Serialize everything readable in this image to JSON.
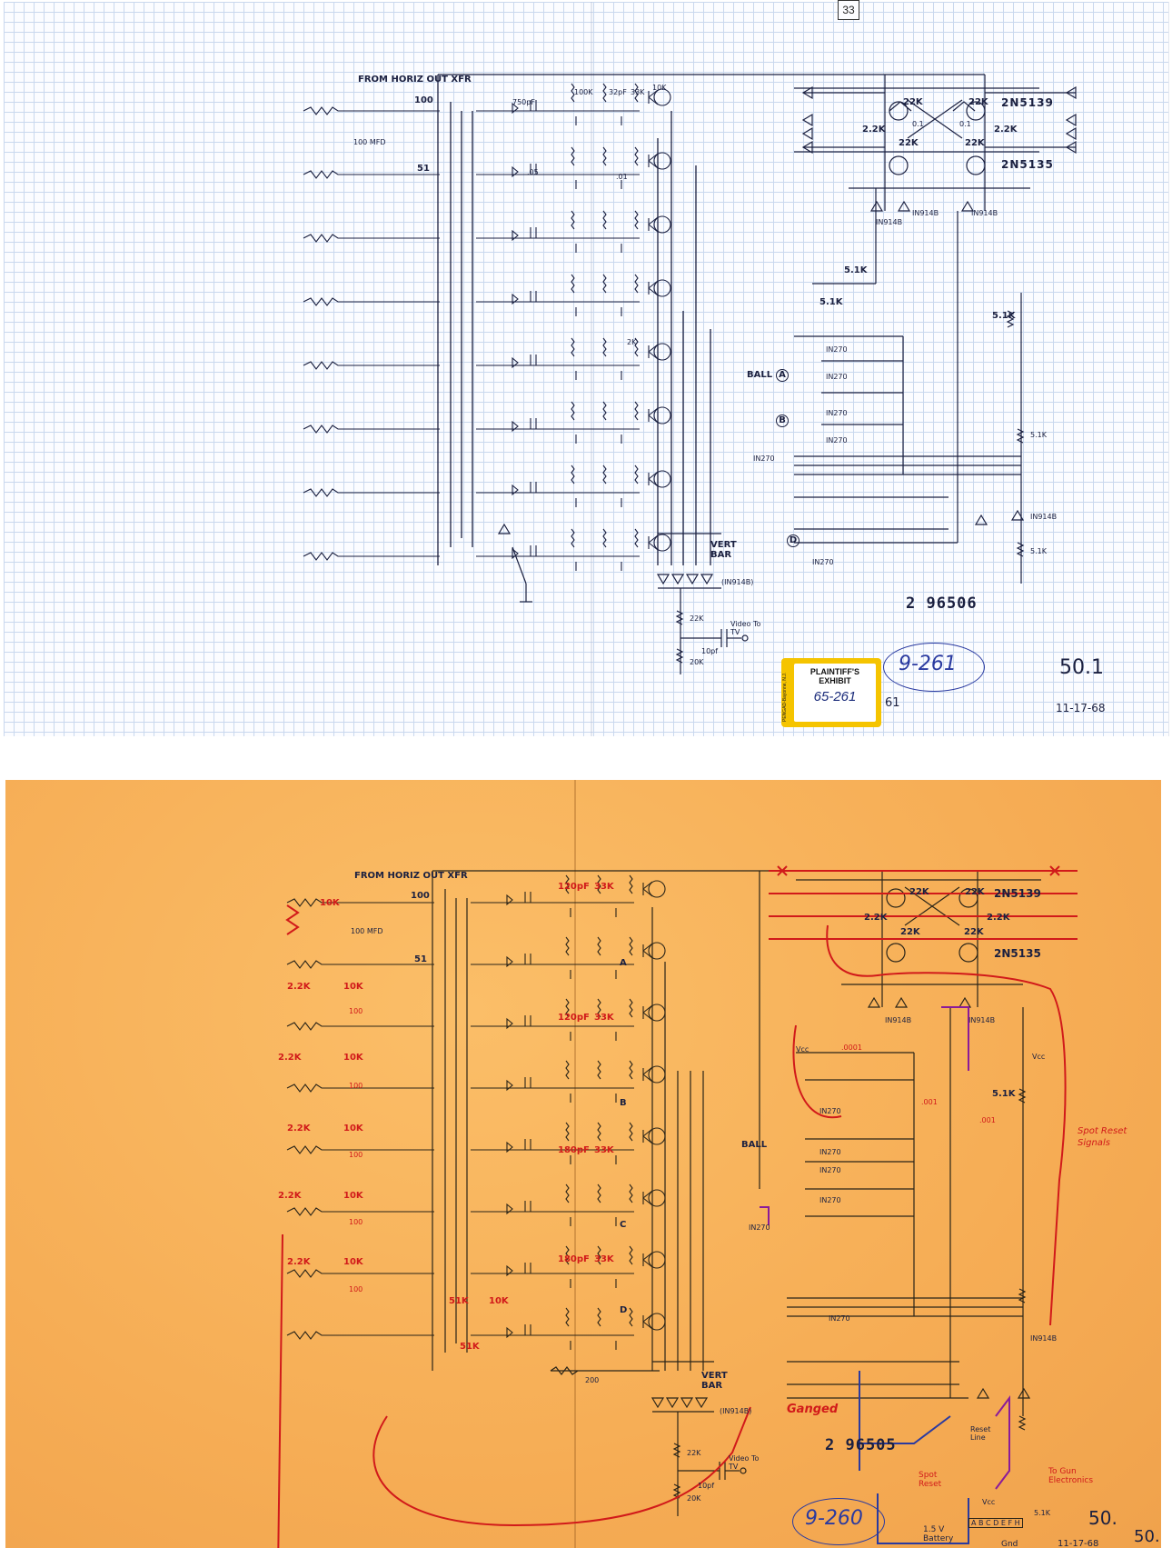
{
  "page_number": "33",
  "top_sheet": {
    "input_label": "FROM HORIZ OUT XFR",
    "resistor_100": "100",
    "cap_100mfd": "100 MFD",
    "resistor_51": "51",
    "cap_750pf": "750pF",
    "cap_32pf": "32pF",
    "cap_05": ".05",
    "cap_01": ".01",
    "r_100k": "100K",
    "r_10k": "10K",
    "r_33k": "33K",
    "r_2k": "2K",
    "r_22k": "22K",
    "r_2_2k": "2.2K",
    "r_5_1k": "5.1K",
    "cap_0_1": "0.1",
    "transistor_1": "2N5139",
    "transistor_2": "2N5135",
    "diode_1n914": "IN914B",
    "diode_1n270": "IN270",
    "ball_label": "BALL",
    "marker_a": "A",
    "marker_b": "B",
    "marker_d": "D",
    "vert_bar": "VERT BAR",
    "diode_group": "(IN914B)",
    "video_label": "Video To TV",
    "cap_10pf": "10pf",
    "r_20k": "20K",
    "drawing_number": "2 96506",
    "exhibit_title": "PLAINTIFF'S EXHIBIT",
    "exhibit_number": "65-261",
    "exhibit_vendor": "PENGAD-Bayonne, N.J.",
    "circled_number": "9-261",
    "corner_partial": "61",
    "page_tag": "50.1",
    "date": "11-17-68"
  },
  "bottom_sheet": {
    "input_label": "FROM HORIZ OUT XFR",
    "resistor_100": "100",
    "cap_100mfd": "100 MFD",
    "resistor_51": "51",
    "red_r_2_2k": "2.2K",
    "red_r_10k": "10K",
    "red_cap_100": "100",
    "red_cap_120pf": "120pF",
    "red_cap_180pf": "180pF",
    "red_r_33k": "33K",
    "red_r_51k": "51K",
    "node_a": "A",
    "node_b": "B",
    "node_c": "C",
    "node_d": "D",
    "transistor_1": "2N5139",
    "transistor_2": "2N5135",
    "r_22k": "22K",
    "r_2_2k": "2.2K",
    "vcc": "Vcc",
    "cap_0001": ".0001",
    "cap_001": ".001",
    "r_5_1k": "5.1K",
    "spot_reset_signals": "Spot Reset Signals",
    "ball_label": "BALL",
    "vert_bar": "VERT BAR",
    "diode_1n270": "IN270",
    "diode_1n914": "IN914B",
    "diode_group": "(IN914B)",
    "r_200": "200",
    "ganged": "Ganged",
    "video_label": "Video To TV",
    "r_22k_out": "22K",
    "r_20k": "20K",
    "cap_10pf": "10pf",
    "drawing_number": "2 96505",
    "circled_number": "9-260",
    "spot_reset": "Spot Reset",
    "reset_line": "Reset Line",
    "to_gun": "To Gun Electronics",
    "battery": "1.5 V Battery",
    "pins": "A B C D E F H",
    "gnd": "Gnd",
    "page_tag": "50.",
    "corner_tag": "50.",
    "date": "11-17-68"
  }
}
